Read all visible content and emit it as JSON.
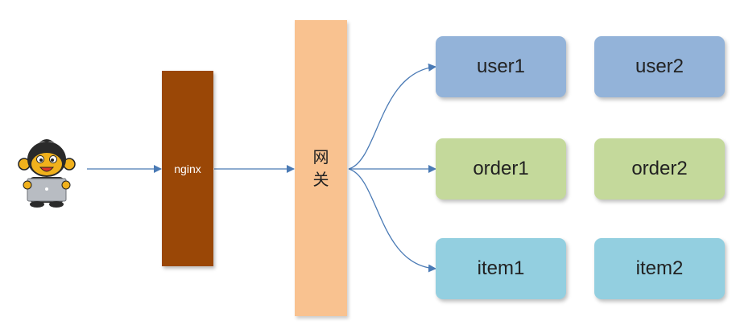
{
  "nodes": {
    "nginx": {
      "label": "nginx",
      "color": "#9a4706"
    },
    "gateway": {
      "label": "网关",
      "color": "#f9c290"
    }
  },
  "services": [
    {
      "label": "user1",
      "color": "#93b3d9"
    },
    {
      "label": "user2",
      "color": "#93b3d9"
    },
    {
      "label": "order1",
      "color": "#c4d99b"
    },
    {
      "label": "order2",
      "color": "#c4d99b"
    },
    {
      "label": "item1",
      "color": "#93cfe0"
    },
    {
      "label": "item2",
      "color": "#93cfe0"
    }
  ],
  "icons": {
    "client": "monkey-with-laptop-icon"
  },
  "arrow_color": "#4a7ab5"
}
